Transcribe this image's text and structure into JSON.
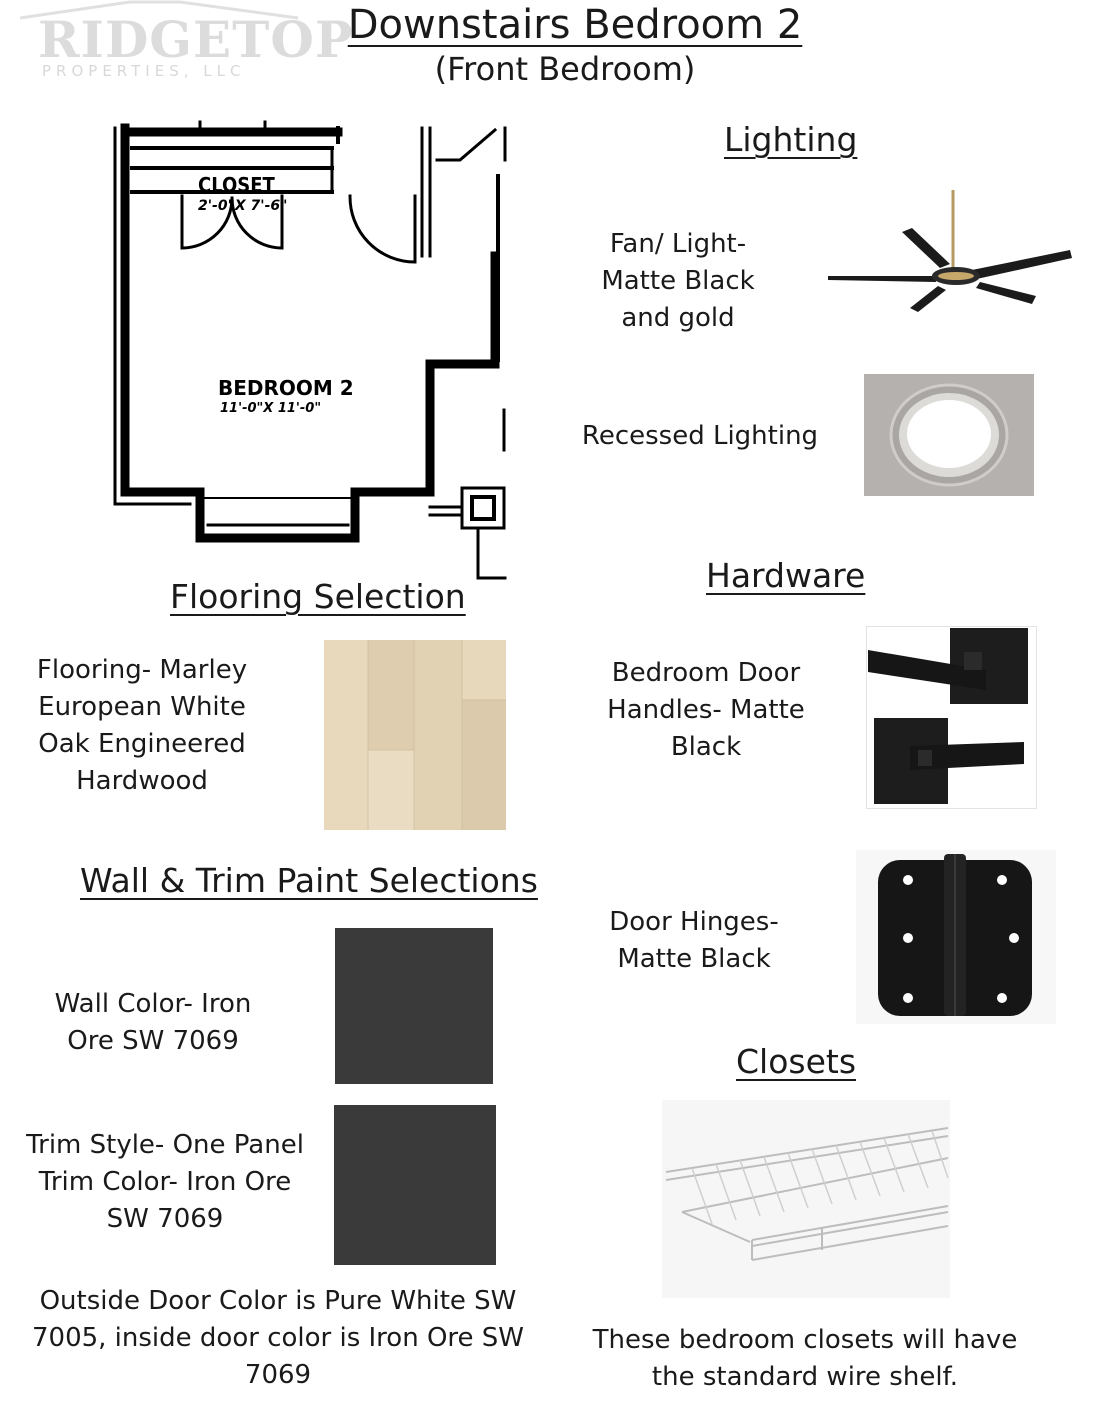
{
  "logo": {
    "name": "RIDGETOP",
    "sub": "PROPERTIES, LLC"
  },
  "header": {
    "title": "Downstairs Bedroom 2",
    "subtitle": "(Front Bedroom)"
  },
  "floor_plan": {
    "closet_label": "CLOSET",
    "closet_dims": "2'-0\"X 7'-6\"",
    "bedroom_label": "BEDROOM 2",
    "bedroom_dims": "11'-0\"X 11'-0\""
  },
  "sections": {
    "lighting": "Lighting",
    "hardware": "Hardware",
    "flooring": "Flooring Selection",
    "paint": "Wall & Trim Paint Selections",
    "closets": "Closets"
  },
  "lighting": {
    "fan_label": "Fan/ Light-\nMatte Black\nand gold",
    "recessed_label": "Recessed Lighting"
  },
  "flooring": {
    "label": "Flooring- Marley\nEuropean White\nOak Engineered\nHardwood"
  },
  "hardware": {
    "handles_label": "Bedroom Door\nHandles- Matte\nBlack",
    "hinges_label": "Door Hinges-\nMatte Black"
  },
  "paint": {
    "wall_label": "Wall Color- Iron\nOre SW 7069",
    "trim_label": "Trim Style- One Panel\nTrim Color- Iron Ore\nSW 7069",
    "door_note": "Outside Door Color is Pure White SW\n7005, inside door color is Iron Ore SW\n7069",
    "swatch_color": "#3a3a3b"
  },
  "closets": {
    "note": "These bedroom closets will have\nthe standard wire shelf."
  }
}
